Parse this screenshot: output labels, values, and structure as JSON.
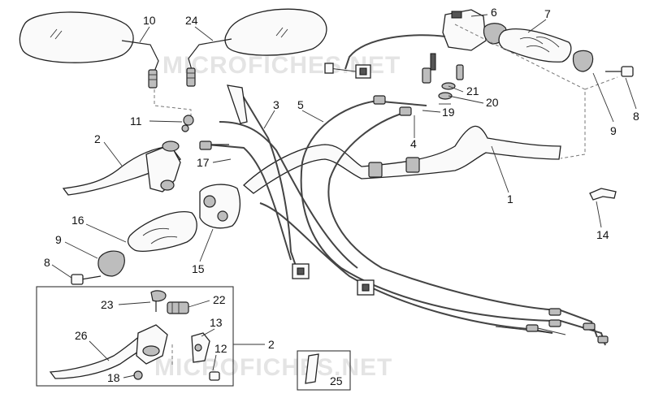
{
  "diagram": {
    "watermark_top": "MICROFICHES.NET",
    "watermark_bottom": "MICROFICHES.NET",
    "callouts": {
      "c10": "10",
      "c24": "24",
      "c6": "6",
      "c7": "7",
      "c3": "3",
      "c5": "5",
      "c21": "21",
      "c20": "20",
      "c19": "19",
      "c8a": "8",
      "c9a": "9",
      "c11": "11",
      "c2a": "2",
      "c17": "17",
      "c4": "4",
      "c1": "1",
      "c14": "14",
      "c16": "16",
      "c9b": "9",
      "c8b": "8",
      "c15": "15",
      "c23": "23",
      "c22": "22",
      "c13": "13",
      "c26": "26",
      "c12": "12",
      "c2b": "2",
      "c18": "18",
      "c25": "25"
    }
  }
}
